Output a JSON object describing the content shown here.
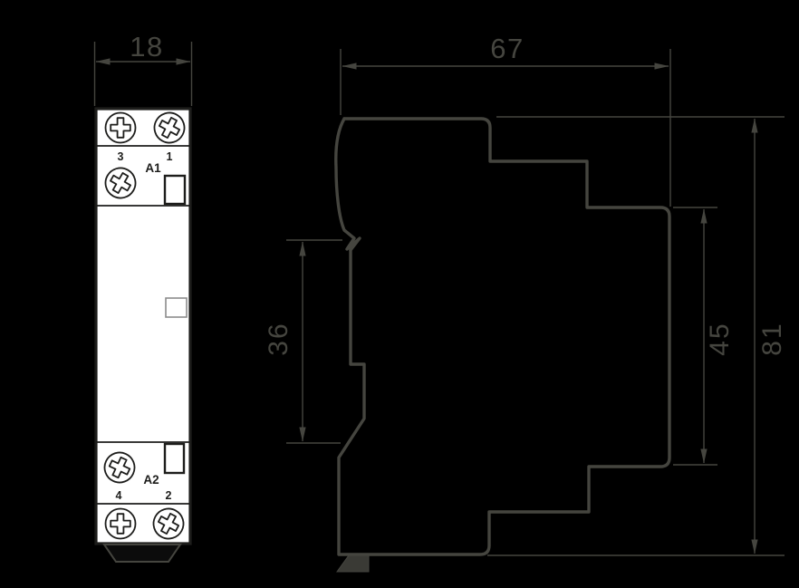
{
  "front_view": {
    "dim_width": "18",
    "terminals": {
      "top_left": "3",
      "top_right": "1",
      "coil_top": "A1",
      "bottom_left": "4",
      "bottom_right": "2",
      "coil_bottom": "A2"
    }
  },
  "side_view": {
    "dim_depth": "67",
    "dim_rail": "36",
    "dim_inner_height": "45",
    "dim_height": "81"
  },
  "colors": {
    "background": "#000000",
    "dimension_ink": "#45453f",
    "device_fill": "#ffffff",
    "device_ink": "#1d1d1b"
  }
}
